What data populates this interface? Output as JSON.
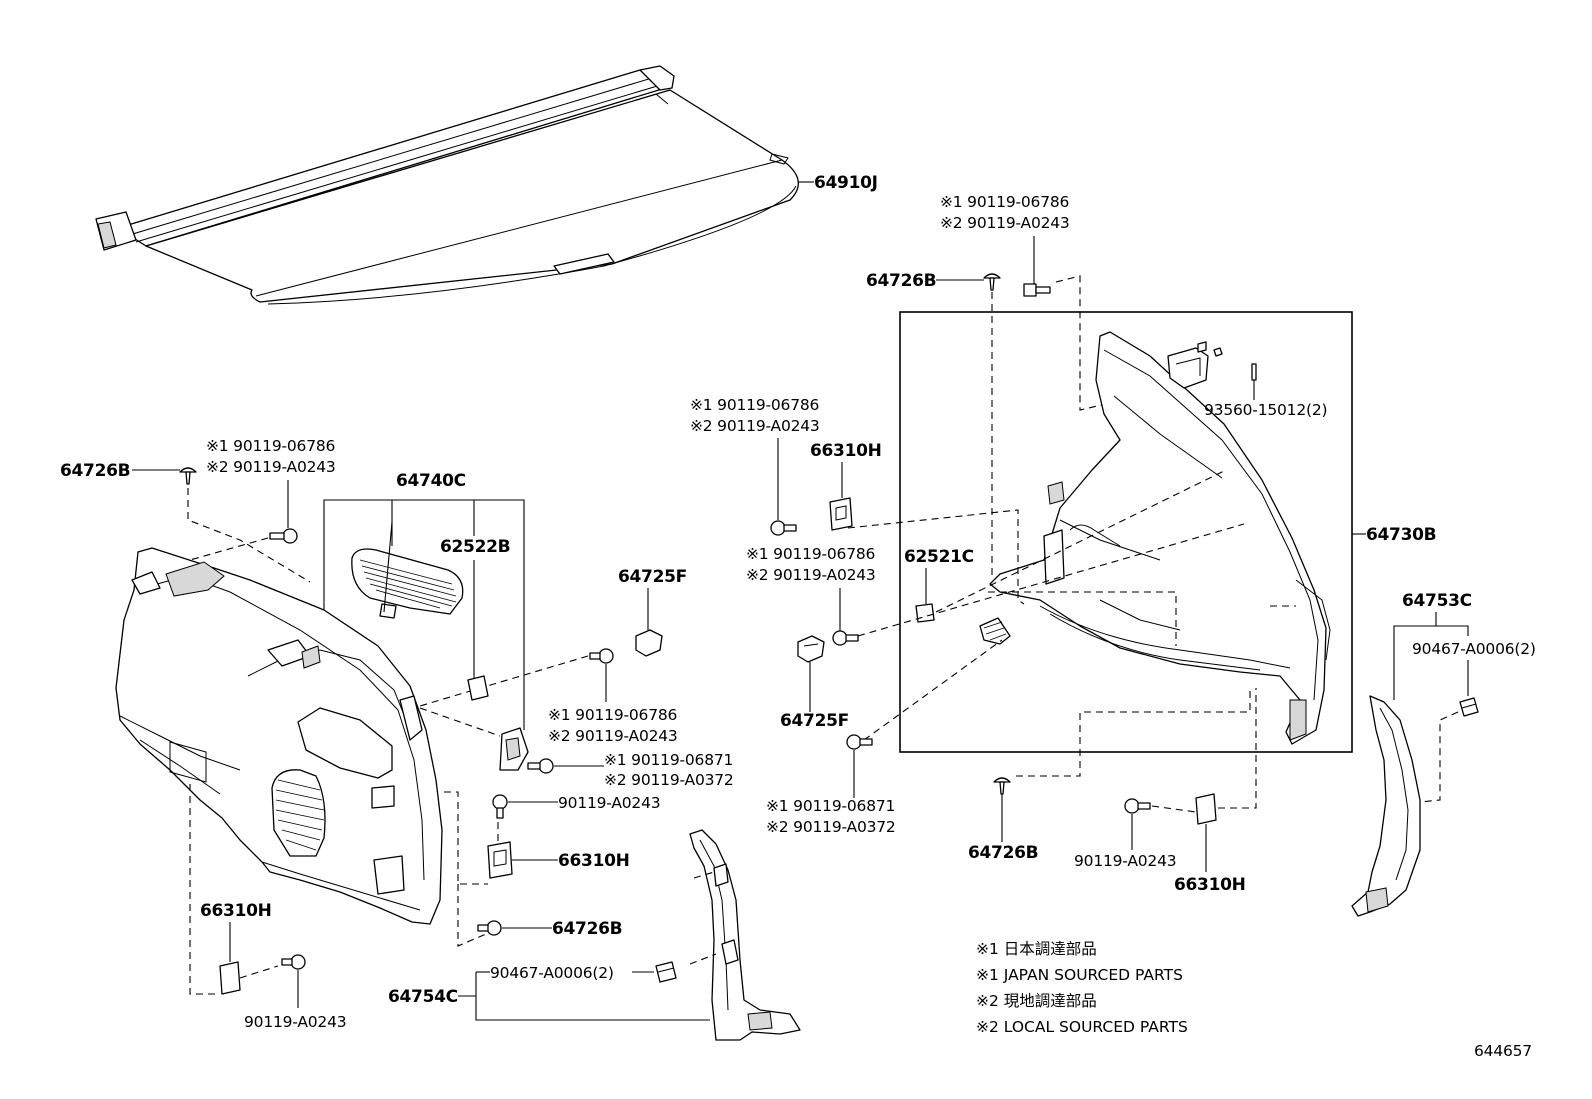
{
  "callouts": {
    "tonneau_cover": "64910J",
    "clip_top_right": "64726B",
    "clip_left_top": "64726B",
    "clip_right_bottom": "64726B",
    "clip_left_lower": "64726B",
    "trim_left": "64740C",
    "grille_left": "62522B",
    "hook_left": "64725F",
    "hook_mid": "64725F",
    "box_label": "64730B",
    "grille_right": "62521C",
    "bracket_mid_top": "66310H",
    "bracket_left_lower": "66310H",
    "bracket_left_bottom": "66310H",
    "bracket_right_bottom": "66310H",
    "pillar_right": "64753C",
    "pillar_left": "64754C",
    "screw_right_top": "93560-15012(2)",
    "fastener_pillar_right": "90467-A0006(2)",
    "fastener_pillar_left": "90467-A0006(2)"
  },
  "bolt_pairs": {
    "top": {
      "a": "※1 90119-06786",
      "b": "※2 90119-A0243"
    },
    "left": {
      "a": "※1 90119-06786",
      "b": "※2 90119-A0243"
    },
    "mid_top": {
      "a": "※1 90119-06786",
      "b": "※2 90119-A0243"
    },
    "mid_center": {
      "a": "※1 90119-06786",
      "b": "※2 90119-A0243"
    },
    "mid_lower": {
      "a": "※1 90119-06786",
      "b": "※2 90119-A0243"
    },
    "mid_lower_2": {
      "a": "※1 90119-06871",
      "b": "※2 90119-A0372"
    },
    "bottom_center": {
      "a": "※1 90119-06871",
      "b": "※2 90119-A0372"
    }
  },
  "bolts_single": {
    "left_mid": "90119-A0243",
    "left_bottom": "90119-A0243",
    "right_bottom": "90119-A0243"
  },
  "legend": [
    "※1 日本調達部品",
    "※1 JAPAN SOURCED PARTS",
    "※2 現地調達部品",
    "※2 LOCAL SOURCED PARTS"
  ],
  "diagram_id": "644657"
}
